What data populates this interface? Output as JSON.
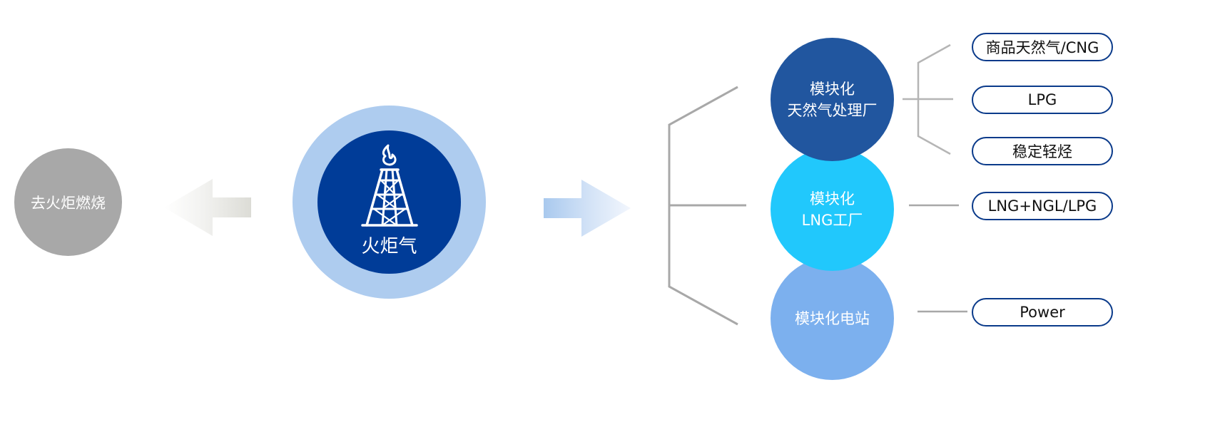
{
  "left": {
    "burn_label": "去火炬燃烧"
  },
  "center": {
    "flare_label": "火炬气",
    "icon": "oil-rig-flare-icon"
  },
  "options": [
    {
      "line1": "模块化",
      "line2": "天然气处理厂"
    },
    {
      "line1": "模块化",
      "line2": "LNG工厂"
    },
    {
      "line1": "模块化电站",
      "line2": ""
    }
  ],
  "products": {
    "cng": "商品天然气/CNG",
    "lpg": "LPG",
    "condensate": "稳定轻烃",
    "lng": "LNG+NGL/LPG",
    "power": "Power"
  },
  "colors": {
    "burn": "#a8a8a8",
    "flare_ring": "#aeccef",
    "flare_core": "#003c98",
    "gas_plant": "#21569f",
    "lng_plant": "#21c8fc",
    "power_plant": "#7cb0ee",
    "pill_border": "#0a3a8a",
    "connector": "#a8a8a8"
  }
}
